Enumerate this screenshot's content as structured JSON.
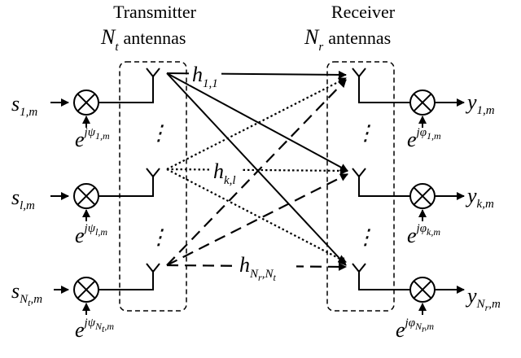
{
  "transmitter": {
    "title": "Transmitter",
    "antennas_symbol": "N",
    "antennas_sub": "t",
    "antennas_word": "antennas"
  },
  "receiver": {
    "title": "Receiver",
    "antennas_symbol": "N",
    "antennas_sub": "r",
    "antennas_word": "antennas"
  },
  "tx_rows": [
    {
      "input_base": "s",
      "input_sub": "1,m",
      "phase_base": "e",
      "phase_sup": "jψ",
      "phase_sup_sub": "1,m"
    },
    {
      "input_base": "s",
      "input_sub": "l,m",
      "phase_base": "e",
      "phase_sup": "jψ",
      "phase_sup_sub": "l,m"
    },
    {
      "input_base": "s",
      "input_sub": "N",
      "input_sub_sub": "t",
      "input_sub_tail": ",m",
      "phase_base": "e",
      "phase_sup": "jψ",
      "phase_sup_sub": "N",
      "phase_sup_sub_sub": "t",
      "phase_sup_sub_tail": ",m"
    }
  ],
  "rx_rows": [
    {
      "output_base": "y",
      "output_sub": "1,m",
      "phase_base": "e",
      "phase_sup": "jφ",
      "phase_sup_sub": "1,m"
    },
    {
      "output_base": "y",
      "output_sub": "k,m",
      "phase_base": "e",
      "phase_sup": "jφ",
      "phase_sup_sub": "k,m"
    },
    {
      "output_base": "y",
      "output_sub": "N",
      "output_sub_sub": "r",
      "output_sub_tail": ",m",
      "phase_base": "e",
      "phase_sup": "jφ",
      "phase_sup_sub": "N",
      "phase_sup_sub_sub": "r",
      "phase_sup_sub_tail": ",m"
    }
  ],
  "channels": [
    {
      "base": "h",
      "sub": "1,1"
    },
    {
      "base": "h",
      "sub": "k,l"
    },
    {
      "base": "h",
      "sub": "N",
      "sub_sub_1": "r",
      "sub_mid": ",N",
      "sub_sub_2": "t"
    }
  ],
  "ellipsis": "⋮",
  "multiplier_symbol": "⊗"
}
